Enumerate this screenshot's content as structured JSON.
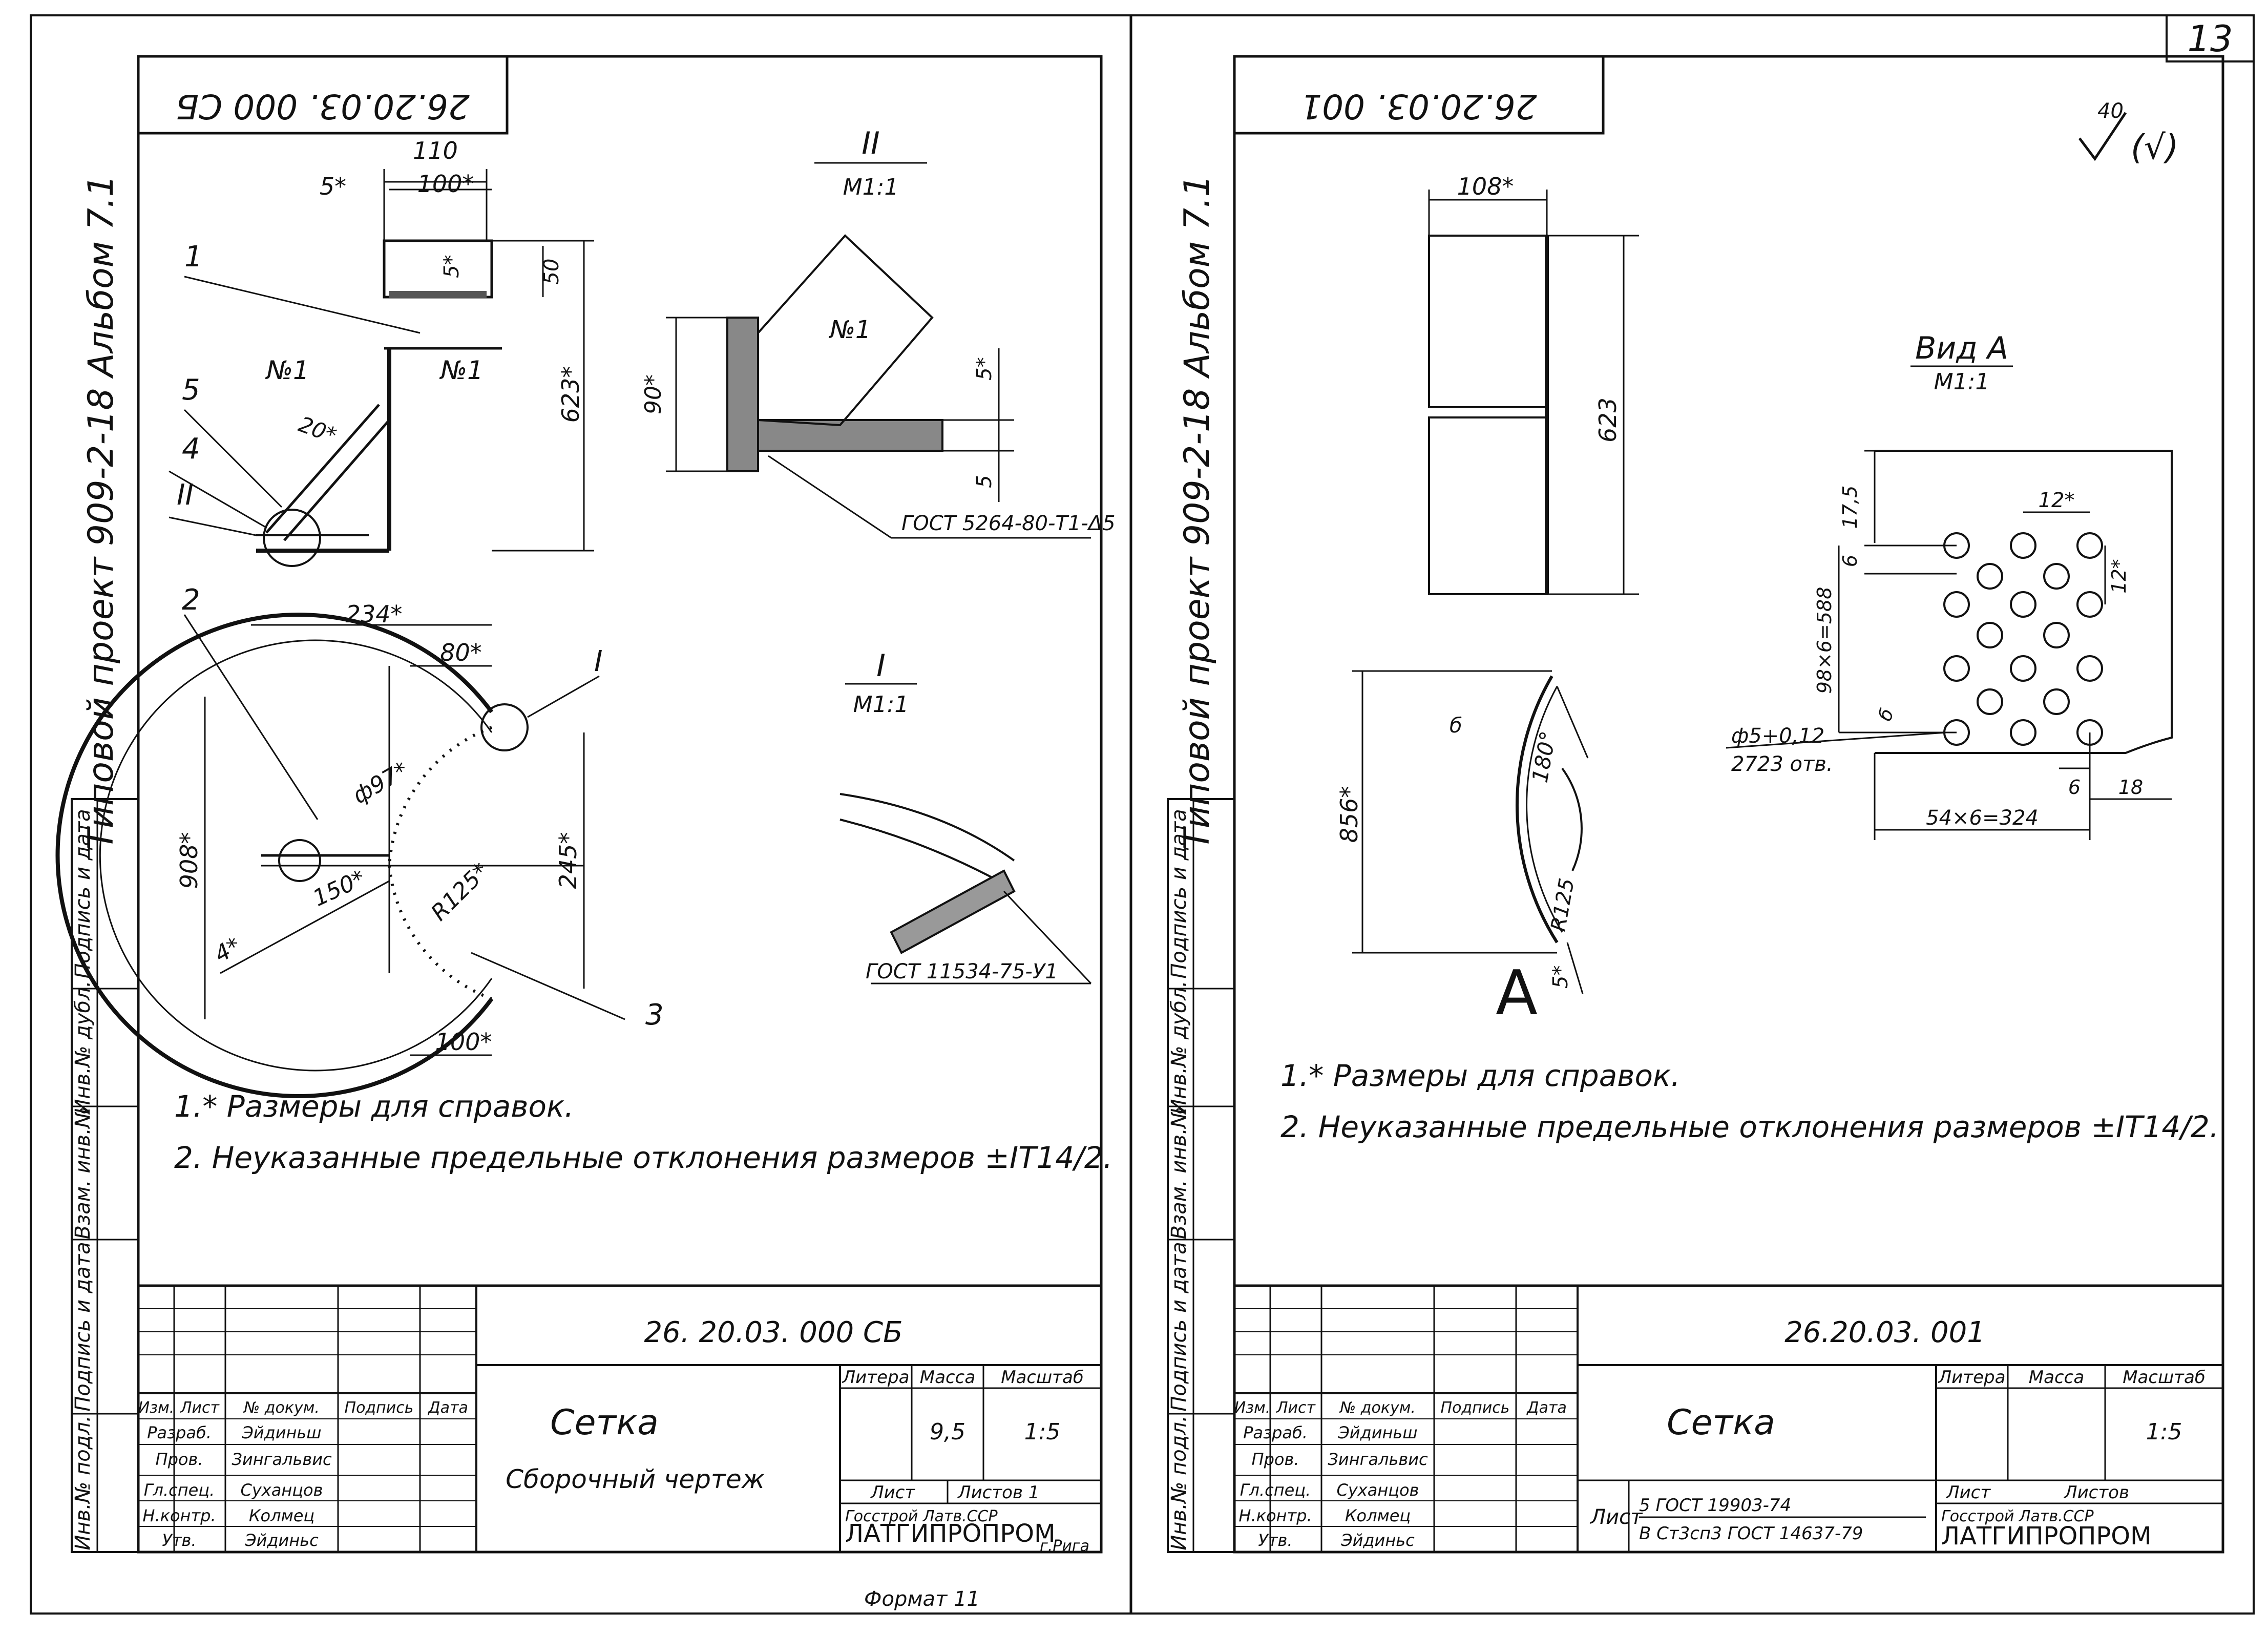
{
  "page": {
    "sheet_number": "13",
    "format_label": "Формат 11"
  },
  "left_sheet": {
    "stamp_code_rotated": "26.20.03. 000 СБ",
    "album_text": "Типовой проект 909-2-18   Альбом 7.1",
    "side_columns": [
      "Инв.№ подл.",
      "Подпись и дата",
      "Взам. инв.№",
      "Инв.№ дубл.",
      "Подпись и дата"
    ],
    "section_II": {
      "title": "II",
      "scale": "М1:1",
      "weld": "№1",
      "gost": "ГОСТ 5264-80-Т1-Δ5",
      "dim_90": "90*",
      "dim_5a": "5*",
      "dim_5b": "5"
    },
    "section_I": {
      "title": "I",
      "scale": "М1:1",
      "gost": "ГОСТ 11534-75-У1"
    },
    "top_view": {
      "callouts": [
        "1",
        "5",
        "4",
        "II"
      ],
      "weld_a": "№1",
      "weld_b": "№1",
      "dim_110": "110",
      "dim_100": "100*",
      "dim_5": "5*",
      "dim_5b": "5*",
      "dim_50": "50",
      "dim_623": "623*",
      "dim_20": "20*"
    },
    "front_view": {
      "callouts": [
        "2",
        "3",
        "I"
      ],
      "dim_234": "234*",
      "dim_80": "80*",
      "dim_908": "908*",
      "dim_245": "245*",
      "dim_d97": "ф97*",
      "dim_150": "150*",
      "dim_R125": "R125*",
      "dim_4": "4*",
      "dim_100": "100*"
    },
    "notes": [
      "1.* Размеры для справок.",
      "2. Неуказанные предельные отклонения размеров ±IT14/2."
    ],
    "title_block": {
      "code": "26. 20.03. 000 СБ",
      "name": "Сетка",
      "subtitle": "Сборочный чертеж",
      "headers": [
        "Изм.",
        "Лист",
        "№ докум.",
        "Подпись",
        "Дата"
      ],
      "rows": [
        [
          "Разраб.",
          "Эйдиньш"
        ],
        [
          "Пров.",
          "Зингальвис"
        ],
        [
          "",
          ""
        ],
        [
          "Гл.спец.",
          "Суханцов"
        ],
        [
          "Н.контр.",
          "Колмец"
        ],
        [
          "Утв.",
          "Эйдиньс"
        ]
      ],
      "col_labels": [
        "Литера",
        "Масса",
        "Масштаб"
      ],
      "mass": "9,5",
      "scale": "1:5",
      "sheet_label": "Лист",
      "sheets_label": "Листов 1",
      "org_line": "Госстрой Латв.ССР",
      "org": "ЛАТГИПРОПРОМ",
      "city": "г.Рига"
    }
  },
  "right_sheet": {
    "stamp_code_rotated": "26.20.03. 001",
    "album_text": "Типовой проект 909-2-18   Альбом 7.1",
    "side_columns": [
      "Инв.№ подл.",
      "Подпись и дата",
      "Взам. инв.№",
      "Инв.№ дубл.",
      "Подпись и дата"
    ],
    "roughness": "40",
    "roughness_paren": "(√)",
    "top_view": {
      "dim_108": "108*",
      "dim_623": "623"
    },
    "arc_view": {
      "dim_856": "856*",
      "angle": "180°",
      "dim_R125": "R125",
      "dim_5": "5*",
      "mark_A": "A",
      "mark_B": "б"
    },
    "view_A": {
      "title": "Вид А",
      "scale": "М1:1",
      "dim_175": "17,5",
      "dim_12h": "12*",
      "dim_12v": "12*",
      "dim_6": "6",
      "dim_98": "98×6=588",
      "hole": "ф5+0,12",
      "holes_count": "2723 отв.",
      "mark_B": "б",
      "dim_6b": "6",
      "dim_18": "18",
      "dim_54": "54×6=324"
    },
    "notes": [
      "1.* Размеры для справок.",
      "2. Неуказанные предельные отклонения размеров ±IT14/2."
    ],
    "title_block": {
      "code": "26.20.03. 001",
      "name": "Сетка",
      "headers": [
        "Изм.",
        "Лист",
        "№ докум.",
        "Подпись",
        "Дата"
      ],
      "rows": [
        [
          "Разраб.",
          "Эйдиньш"
        ],
        [
          "Пров.",
          "Зингальвис"
        ],
        [
          "",
          ""
        ],
        [
          "Гл.спец.",
          "Суханцов"
        ],
        [
          "Н.контр.",
          "Колмец"
        ],
        [
          "Утв.",
          "Эйдиньс"
        ]
      ],
      "col_labels": [
        "Литера",
        "Масса",
        "Масштаб"
      ],
      "scale": "1:5",
      "material_label": "Лист",
      "material_line1": "5 ГОСТ 19903-74",
      "material_line2": "В Ст3сп3 ГОСТ 14637-79",
      "sheet_label": "Лист",
      "sheets_label": "Листов",
      "org_line": "Госстрой Латв.ССР",
      "org": "ЛАТГИПРОПРОМ"
    }
  }
}
